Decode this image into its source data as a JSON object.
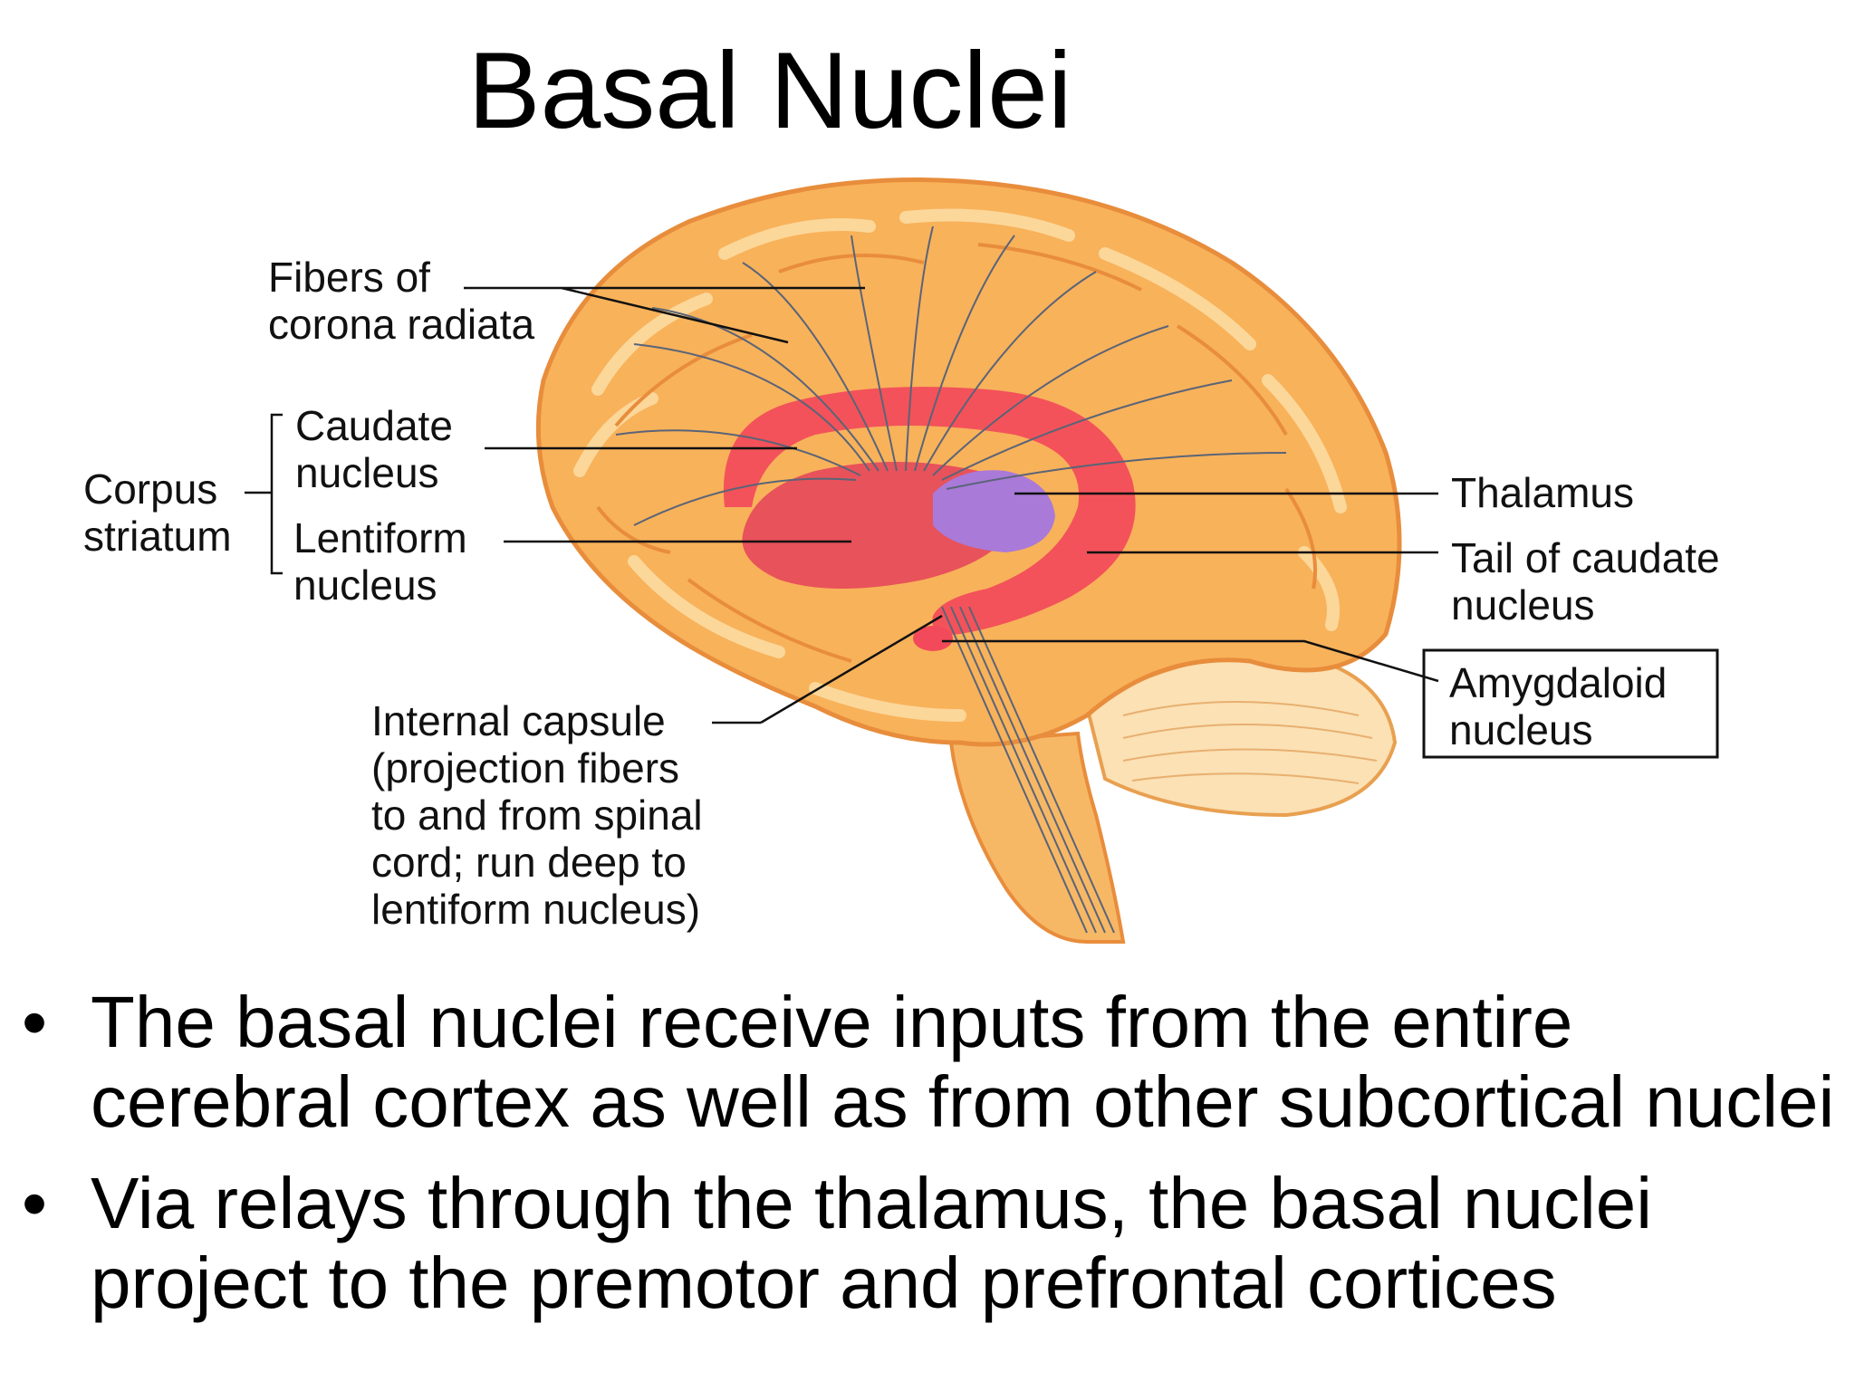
{
  "title": "Basal Nuclei",
  "figure": {
    "labels": {
      "fibers_1": "Fibers of",
      "fibers_2": "corona radiata",
      "corpus_1": "Corpus",
      "corpus_2": "striatum",
      "caudate_1": "Caudate",
      "caudate_2": "nucleus",
      "lentiform_1": "Lentiform",
      "lentiform_2": "nucleus",
      "internal_1": "Internal capsule",
      "internal_2": "(projection fibers",
      "internal_3": "to and from spinal",
      "internal_4": "cord; run deep to",
      "internal_5": "lentiform nucleus)",
      "thalamus": "Thalamus",
      "tail_1": "Tail of caudate",
      "tail_2": "nucleus",
      "amygdaloid_1": "Amygdaloid",
      "amygdaloid_2": "nucleus"
    },
    "colors": {
      "cortex": "#f8b25a",
      "cortex_light": "#fcd79a",
      "sulcus": "#e88d3c",
      "caudate": "#f24a5a",
      "lentiform": "#e8525a",
      "thalamus": "#a97ad8",
      "cerebellum": "#fbe1b4",
      "fibers": "#5a6478"
    }
  },
  "bullets": [
    {
      "line1": "The basal nuclei receive inputs from the entire",
      "line2": "cerebral cortex as well as from other subcortical nuclei"
    },
    {
      "line1": "Via relays through the thalamus, the basal nuclei",
      "line2": "project to the premotor and prefrontal cortices"
    }
  ]
}
